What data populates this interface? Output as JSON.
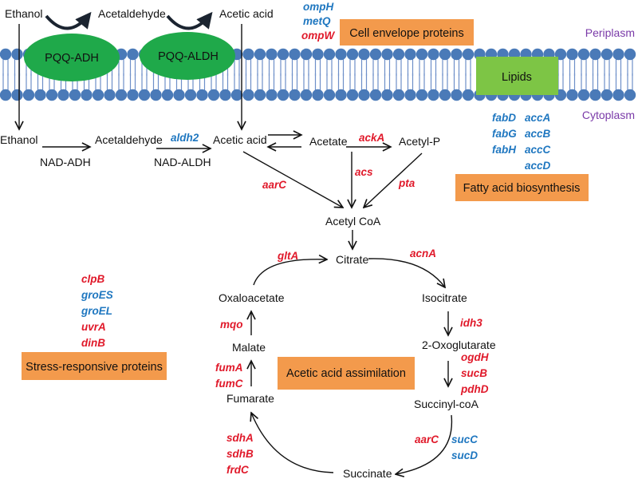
{
  "colors": {
    "membrane_head": "#4a7ab8",
    "membrane_tail": "#6e8fc8",
    "enzyme_green": "#1fa94a",
    "lipids_green": "#7dc545",
    "category_orange": "#f39a4c",
    "up_gene": "#e0192a",
    "down_gene": "#1f77c0",
    "region_label": "#7a3aa8"
  },
  "regions": {
    "periplasm": "Periplasm",
    "cytoplasm": "Cytoplasm"
  },
  "membrane": {
    "enzymes": [
      "PQQ-ADH",
      "PQQ-ALDH"
    ],
    "lipids_box": "Lipids",
    "top_metabolites": [
      "Ethanol",
      "Acetaldehyde",
      "Acetic acid"
    ]
  },
  "category_boxes": {
    "cell_envelope": "Cell envelope proteins",
    "fatty_acid": "Fatty acid biosynthesis",
    "stress": "Stress-responsive proteins",
    "assimilation": "Acetic acid assimilation"
  },
  "cell_envelope_genes": [
    {
      "name": "ompH",
      "regulation": "down"
    },
    {
      "name": "metQ",
      "regulation": "down"
    },
    {
      "name": "ompW",
      "regulation": "up"
    }
  ],
  "fatty_acid_genes": {
    "col1": [
      {
        "name": "fabD",
        "regulation": "down"
      },
      {
        "name": "fabG",
        "regulation": "down"
      },
      {
        "name": "fabH",
        "regulation": "down"
      }
    ],
    "col2": [
      {
        "name": "accA",
        "regulation": "down"
      },
      {
        "name": "accB",
        "regulation": "down"
      },
      {
        "name": "accC",
        "regulation": "down"
      },
      {
        "name": "accD",
        "regulation": "down"
      }
    ]
  },
  "stress_genes": [
    {
      "name": "clpB",
      "regulation": "up"
    },
    {
      "name": "groES",
      "regulation": "down"
    },
    {
      "name": "groEL",
      "regulation": "down"
    },
    {
      "name": "uvrA",
      "regulation": "up"
    },
    {
      "name": "dinB",
      "regulation": "up"
    }
  ],
  "cytoplasm_pathway": {
    "metabolites": {
      "ethanol": "Ethanol",
      "acetaldehyde": "Acetaldehyde",
      "acetic_acid": "Acetic acid",
      "acetate": "Acetate",
      "acetyl_p": "Acetyl-P",
      "acetyl_coa": "Acetyl CoA"
    },
    "enzymes": {
      "nad_adh": "NAD-ADH",
      "nad_aldh": "NAD-ALDH"
    },
    "genes": {
      "aldh2": {
        "name": "aldh2",
        "regulation": "down"
      },
      "ackA": {
        "name": "ackA",
        "regulation": "up"
      },
      "acs": {
        "name": "acs",
        "regulation": "up"
      },
      "pta": {
        "name": "pta",
        "regulation": "up"
      },
      "aarC_top": {
        "name": "aarC",
        "regulation": "up"
      }
    }
  },
  "tca_cycle": {
    "metabolites": {
      "citrate": "Citrate",
      "isocitrate": "Isocitrate",
      "oxoglutarate": "2-Oxoglutarate",
      "succinyl_coa": "Succinyl-coA",
      "succinate": "Succinate",
      "fumarate": "Fumarate",
      "malate": "Malate",
      "oxaloacetate": "Oxaloacetate"
    },
    "genes": {
      "gltA": [
        {
          "name": "gltA",
          "regulation": "up"
        }
      ],
      "acnA": [
        {
          "name": "acnA",
          "regulation": "up"
        }
      ],
      "idh3": [
        {
          "name": "idh3",
          "regulation": "up"
        }
      ],
      "ogdh": [
        {
          "name": "ogdH",
          "regulation": "up"
        },
        {
          "name": "sucB",
          "regulation": "up"
        },
        {
          "name": "pdhD",
          "regulation": "up"
        }
      ],
      "suc_left": [
        {
          "name": "aarC",
          "regulation": "up"
        }
      ],
      "suc_right": [
        {
          "name": "sucC",
          "regulation": "down"
        },
        {
          "name": "sucD",
          "regulation": "down"
        }
      ],
      "sdh": [
        {
          "name": "sdhA",
          "regulation": "up"
        },
        {
          "name": "sdhB",
          "regulation": "up"
        },
        {
          "name": "frdC",
          "regulation": "up"
        }
      ],
      "fum": [
        {
          "name": "fumA",
          "regulation": "up"
        },
        {
          "name": "fumC",
          "regulation": "up"
        }
      ],
      "mqo": [
        {
          "name": "mqo",
          "regulation": "up"
        }
      ]
    }
  }
}
